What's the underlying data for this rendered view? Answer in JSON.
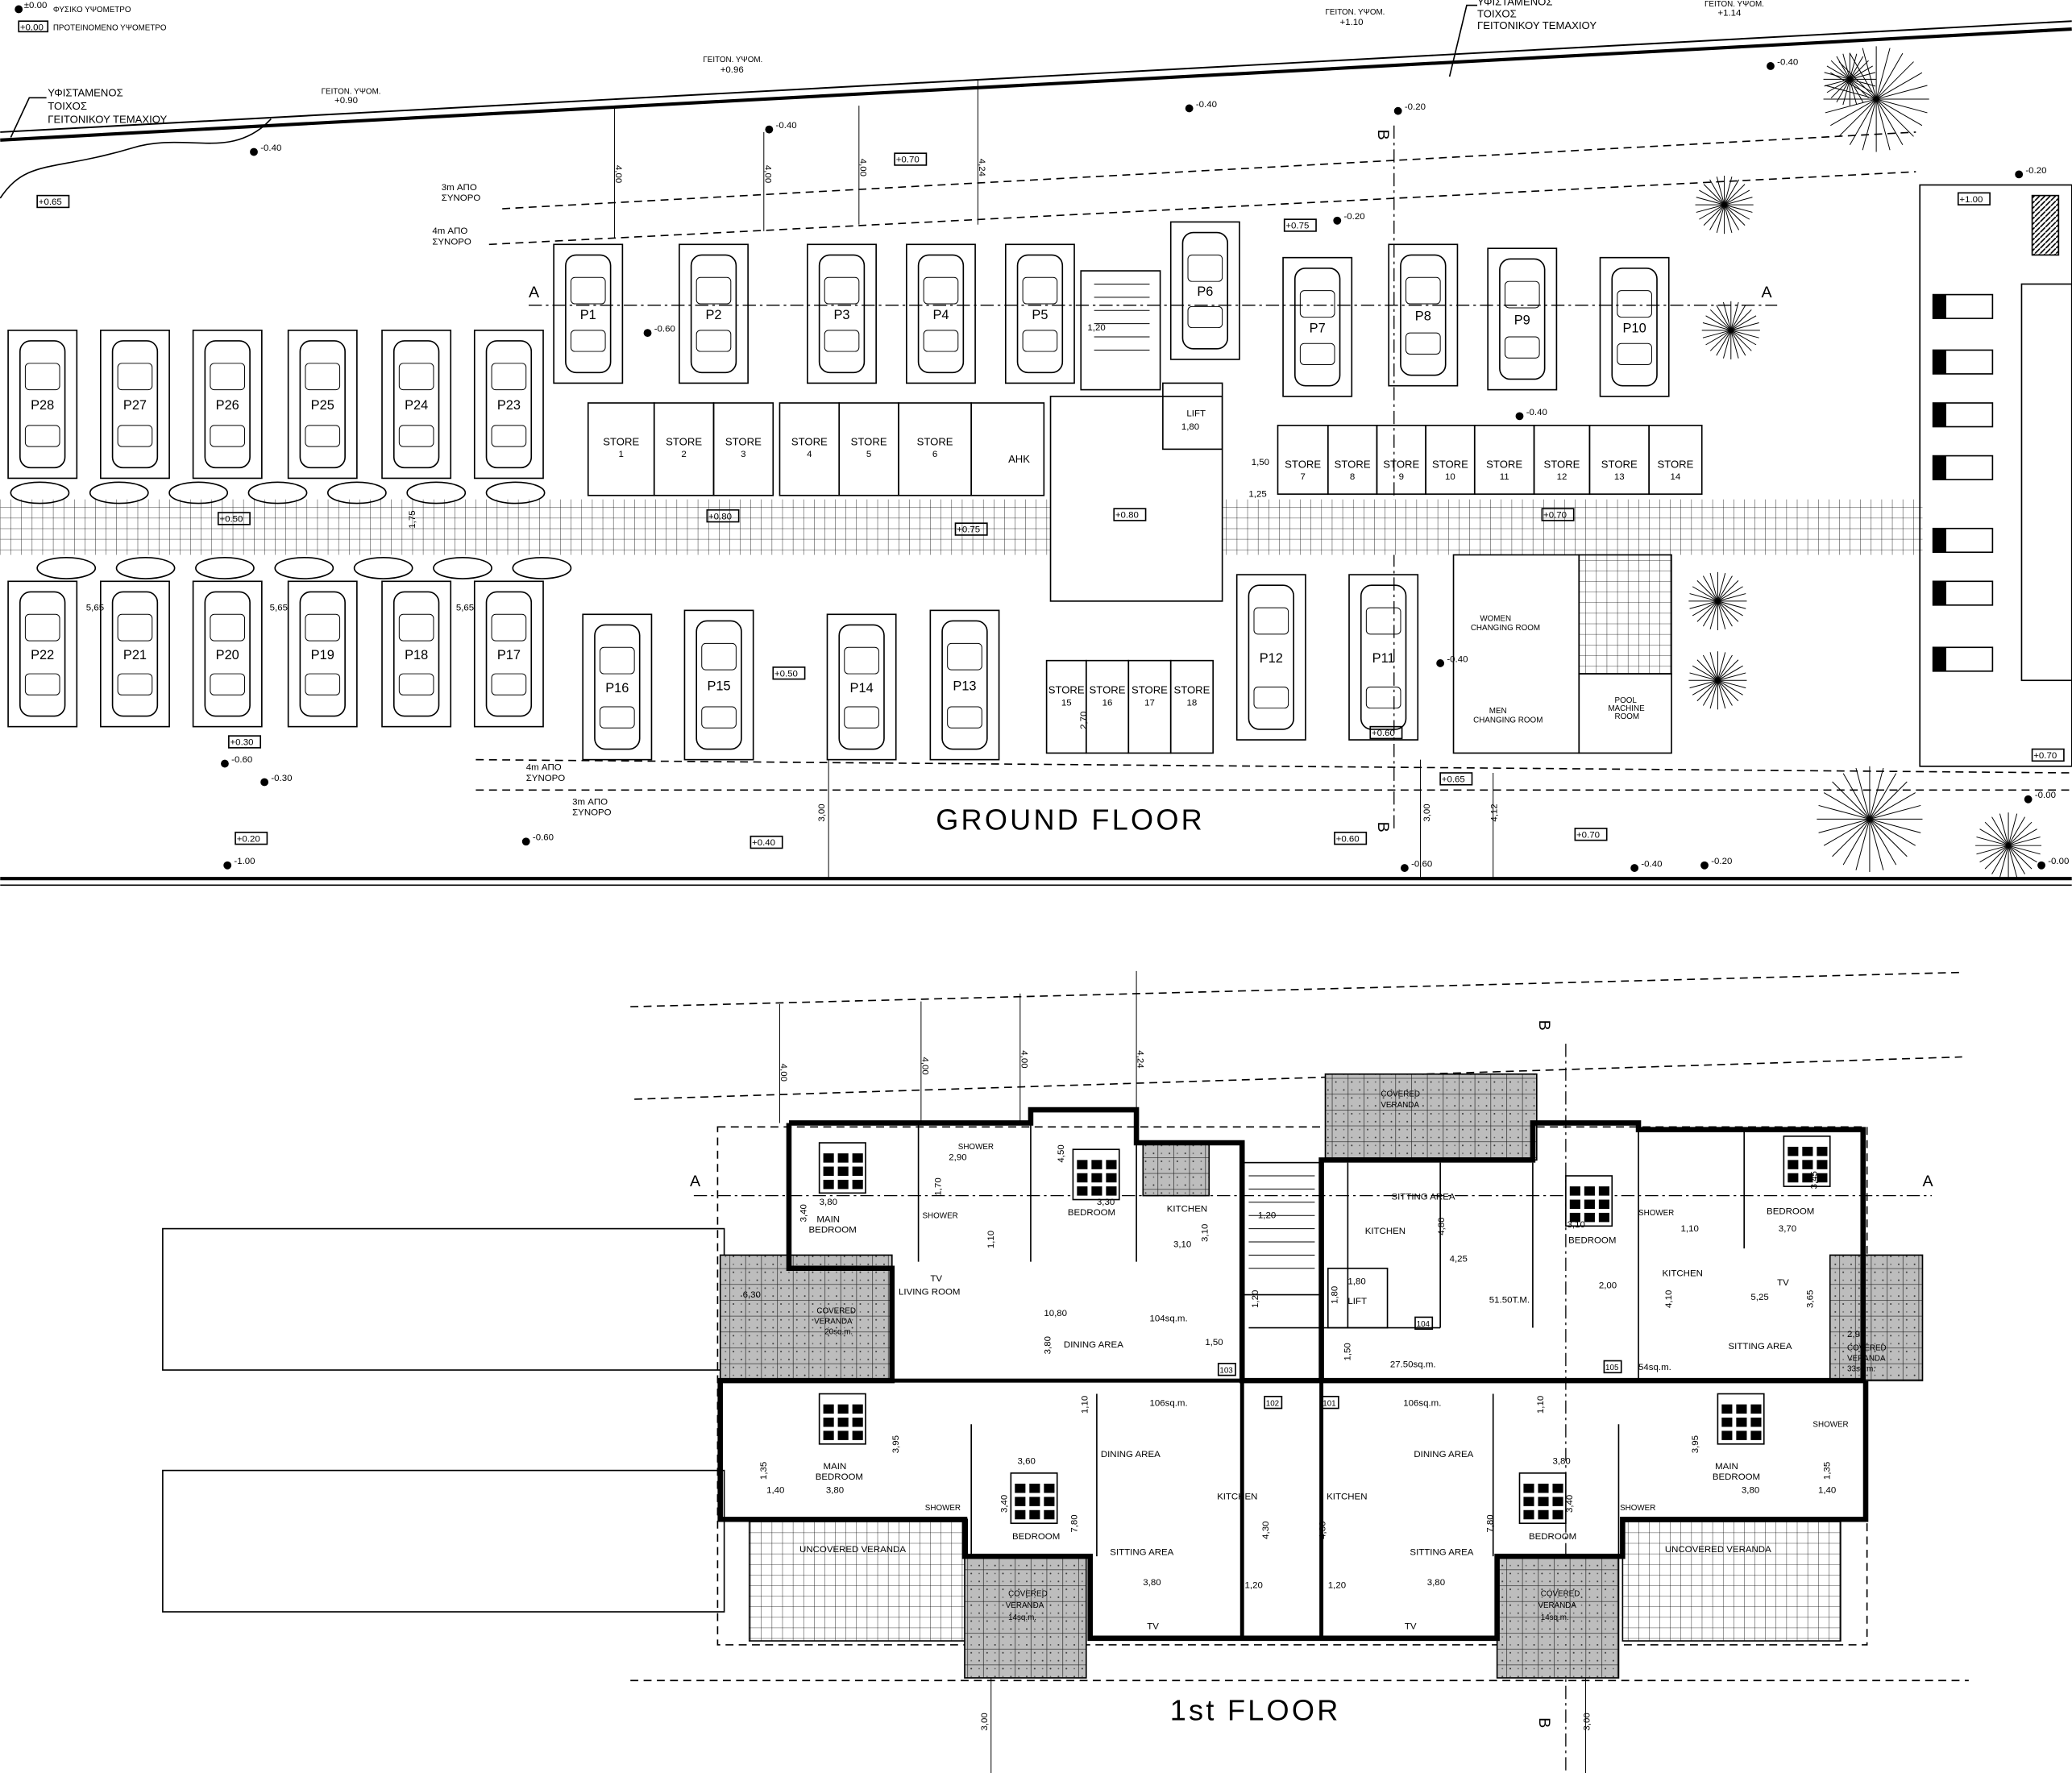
{
  "legend": {
    "natural_level_value": "±0.00",
    "natural_level_label": "ΦΥΣΙΚΟ ΥΨΟΜΕΤΡΟ",
    "proposed_level_value": "+0.00",
    "proposed_level_label": "ΠΡΟΤΕΙΝΟΜΕΝΟ ΥΨΟΜΕΤΡΟ"
  },
  "site": {
    "existing_wall_lines": [
      "ΥΦΙΣΤΑΜΕΝΟΣ",
      "ΤΟΙΧΟΣ",
      "ΓΕΙΤΟΝΙΚΟΥ ΤΕΜΑΧΙΟΥ"
    ],
    "neighbour_levels": [
      {
        "label": "ΓΕΙΤΟΝ. ΥΨΟΜ.",
        "value": "+0.90"
      },
      {
        "label": "ΓΕΙΤΟΝ. ΥΨΟΜ.",
        "value": "+0.96"
      },
      {
        "label": "ΓΕΙΤΟΝ. ΥΨΟΜ.",
        "value": "+1.10"
      },
      {
        "label": "ΓΕΙΤΟΝ. ΥΨΟΜ.",
        "value": "+1.14"
      }
    ],
    "setback_3m": [
      "3m ΑΠΟ",
      "ΣΥΝΟΡΟ"
    ],
    "setback_4m": [
      "4m ΑΠΟ",
      "ΣΥΝΟΡΟ"
    ],
    "natural_levels": [
      "-0.40",
      "-0.40",
      "-0.40",
      "-0.20",
      "-0.20",
      "-0.40",
      "-0.40",
      "-0.20",
      "-0.40",
      "-0.60",
      "-0.60",
      "-0.30",
      "-0.60",
      "-1.00",
      "-0.60",
      "-0.40",
      "-0.20",
      "-0.00",
      "-0.00"
    ],
    "proposed_levels": [
      "+0.65",
      "+0.70",
      "+0.75",
      "+1.00",
      "+0.50",
      "+0.80",
      "+0.75",
      "+0.60",
      "+0.70",
      "+0.50",
      "+0.30",
      "+0.20",
      "+0.40",
      "+0.65",
      "+0.60",
      "+0.70",
      "+0.70",
      "+0.80"
    ],
    "setback_dims": [
      "4,00",
      "4,00",
      "4,00",
      "4,24",
      "3,00",
      "3,00",
      "4,12"
    ],
    "section_marks": [
      "A",
      "A",
      "B",
      "B"
    ]
  },
  "ground_floor": {
    "title": "GROUND FLOOR",
    "parking": [
      "P1",
      "P2",
      "P3",
      "P4",
      "P5",
      "P6",
      "P7",
      "P8",
      "P9",
      "P10",
      "P11",
      "P12",
      "P13",
      "P14",
      "P15",
      "P16",
      "P17",
      "P18",
      "P19",
      "P20",
      "P21",
      "P22",
      "P23",
      "P24",
      "P25",
      "P26",
      "P27",
      "P28"
    ],
    "stores": [
      [
        "STORE",
        "1"
      ],
      [
        "STORE",
        "2"
      ],
      [
        "STORE",
        "3"
      ],
      [
        "STORE",
        "4"
      ],
      [
        "STORE",
        "5"
      ],
      [
        "STORE",
        "6"
      ],
      [
        "STORE",
        "7"
      ],
      [
        "STORE",
        "8"
      ],
      [
        "STORE",
        "9"
      ],
      [
        "STORE",
        "10"
      ],
      [
        "STORE",
        "11"
      ],
      [
        "STORE",
        "12"
      ],
      [
        "STORE",
        "13"
      ],
      [
        "STORE",
        "14"
      ],
      [
        "STORE",
        "15"
      ],
      [
        "STORE",
        "16"
      ],
      [
        "STORE",
        "17"
      ],
      [
        "STORE",
        "18"
      ]
    ],
    "ahk": "AHK",
    "lift": "LIFT",
    "lift_dim": "1,80",
    "stair_dim": "1,20",
    "dims": [
      "5,65",
      "5,65",
      "5,65",
      "1,75",
      "1,50",
      "1,25",
      "2,70"
    ],
    "women_changing": [
      "WOMEN",
      "CHANGING ROOM"
    ],
    "men_changing": [
      "MEN",
      "CHANGING ROOM"
    ],
    "pool_machine": [
      "POOL",
      "MACHINE",
      "ROOM"
    ]
  },
  "first_floor": {
    "title": "1st FLOOR",
    "rooms": {
      "main_bedroom": [
        "MAIN",
        "BEDROOM"
      ],
      "bedroom": "BEDROOM",
      "shower": "SHOWER",
      "kitchen": "KITCHEN",
      "living_room": "LIVING ROOM",
      "dining_area": "DINING AREA",
      "sitting_area": "SITTING AREA",
      "covered_veranda": [
        "COVERED",
        "VERANDA"
      ],
      "uncovered_veranda": "UNCOVERED VERANDA",
      "lift": "LIFT",
      "tv": "TV"
    },
    "areas": {
      "flat_104": "104sq.m.",
      "flat_106a": "106sq.m.",
      "flat_106b": "106sq.m.",
      "corridor": "27.50sq.m.",
      "flat_105": "54sq.m.",
      "flat_51": "51.50T.M.",
      "veranda_20": "20sq.m.",
      "veranda_33": "33sq.m.",
      "veranda_14a": "14sq.m.",
      "veranda_14b": "14sq.m."
    },
    "unit_numbers": [
      "101",
      "102",
      "103",
      "104",
      "105"
    ],
    "dims": [
      "3,80",
      "3,40",
      "2,90",
      "1,70",
      "1,10",
      "4,50",
      "3,30",
      "3,10",
      "3,10",
      "1,20",
      "1,20",
      "10,80",
      "3,80",
      "1,50",
      "1,50",
      "4,80",
      "4,25",
      "1,80",
      "1,80",
      "3,10",
      "1,10",
      "3,70",
      "3,45",
      "5,25",
      "4,10",
      "3,65",
      "2,00",
      "2,90",
      "6,30",
      "3,95",
      "1,35",
      "1,40",
      "3,80",
      "3,60",
      "3,40",
      "7,80",
      "4,30",
      "3,80",
      "1,20",
      "3,95",
      "1,35",
      "1,40",
      "3,80",
      "3,80",
      "3,40",
      "7,80",
      "4,30",
      "3,80",
      "1,20",
      "1,10",
      "1,10"
    ]
  },
  "colors": {
    "ink": "#000000",
    "paper": "#ffffff",
    "hatch": "#8a8a8a"
  }
}
